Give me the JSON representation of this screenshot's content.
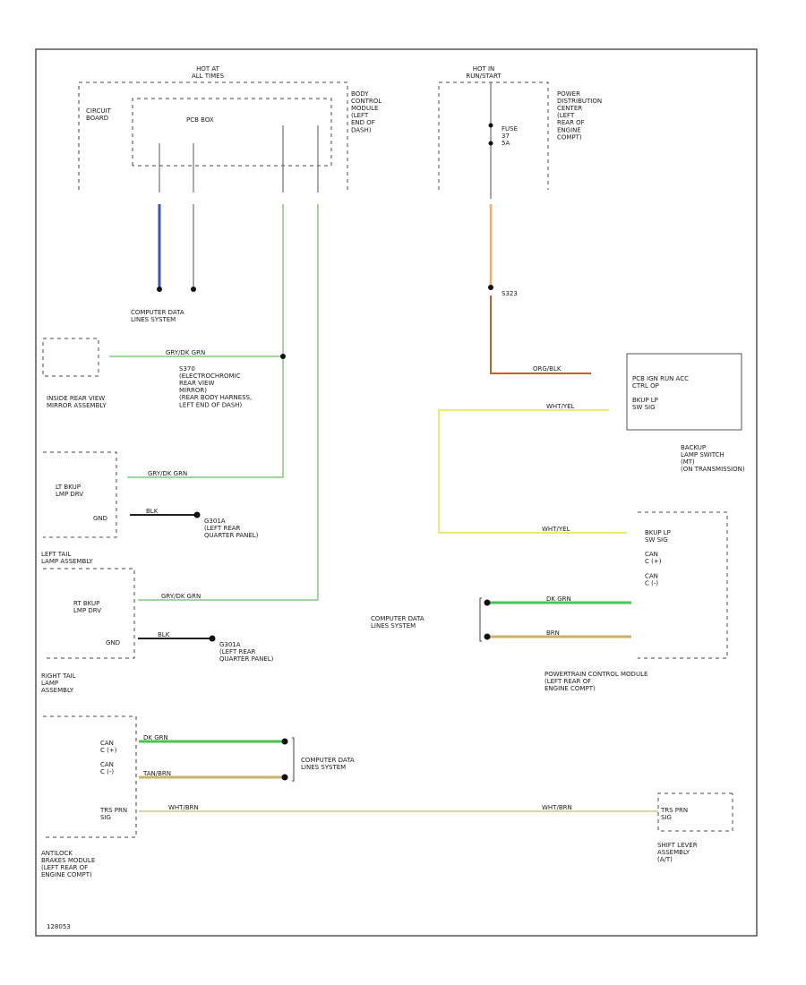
{
  "hot": {
    "left": "HOT AT\nALL TIMES",
    "right": "HOT IN\nRUN/START"
  },
  "components": {
    "circuit_board": "CIRCUIT\nBOARD",
    "pcb_box": "PCB BOX",
    "bcm": "BODY\nCONTROL\nMODULE\n(LEFT\nEND OF\nDASH)",
    "pdc": "POWER\nDISTRIBUTION\nCENTER\n(LEFT\nREAR OF\nENGINE\nCOMPT)",
    "fuse": "FUSE\n37\n5A",
    "splice_g": "S323",
    "cdls_top": "COMPUTER DATA\nLINES SYSTEM",
    "mirror": "INSIDE REAR VIEW\nMIRROR ASSEMBLY",
    "s370": "S370\n(ELECTROCHROMIC\nREAR VIEW\nMIRROR)\n(REAR BODY HARNESS,\nLEFT END OF DASH)",
    "relay": "PCB IGN RUN ACC\nCTRL OP\n\nBKUP LP\nSW SIG",
    "backup_sw": "BACKUP\nLAMP SWITCH\n(MT)\n(ON TRANSMISSION)",
    "lt_bkup": "LT BKUP\nLMP DRV",
    "gnd": "GND",
    "gnd_left": "G301A\n(LEFT REAR\nQUARTER PANEL)",
    "left_tail": "LEFT TAIL\nLAMP ASSEMBLY",
    "rt_bkup": "RT BKUP\nLMP DRV",
    "right_tail": "RIGHT TAIL\nLAMP\nASSEMBLY",
    "pcm_box": "BKUP LP\nSW SIG\n\nCAN\nC (+)\n\nCAN\nC (-)",
    "cdls_mid": "COMPUTER DATA\nLINES SYSTEM",
    "pcm": "POWERTRAIN CONTROL MODULE\n(LEFT REAR OF\nENGINE COMPT)",
    "can_left": "CAN\nC (+)\n\nCAN\nC (-)",
    "cdls_bottom": "COMPUTER DATA\nLINES SYSTEM",
    "trs": "TRS PRN\nSIG",
    "abs": "ANTILOCK\nBRAKES MODULE\n(LEFT REAR OF\nENGINE COMPT)",
    "trs_right": "TRS PRN\nSIG",
    "shift": "SHIFT LEVER\nASSEMBLY\n(A/T)",
    "page_code": "128053"
  },
  "wires": {
    "gy_dk_grn": "GRY/DK GRN",
    "blk": "BLK",
    "org_blk": "ORG/BLK",
    "wht_yel": "WHT/YEL",
    "dk_grn": "DK GRN",
    "brn": "BRN",
    "wht_brn": "WHT/BRN",
    "tan_brn": "TAN/BRN"
  },
  "colors": {
    "blue": "#3f56b0",
    "green": "#49c24f",
    "lt_green": "#9fd89e",
    "orange": "#c3622d",
    "yellow": "#e8e14a",
    "tan": "#c9b26a",
    "light_tan": "#d8d3a6"
  }
}
